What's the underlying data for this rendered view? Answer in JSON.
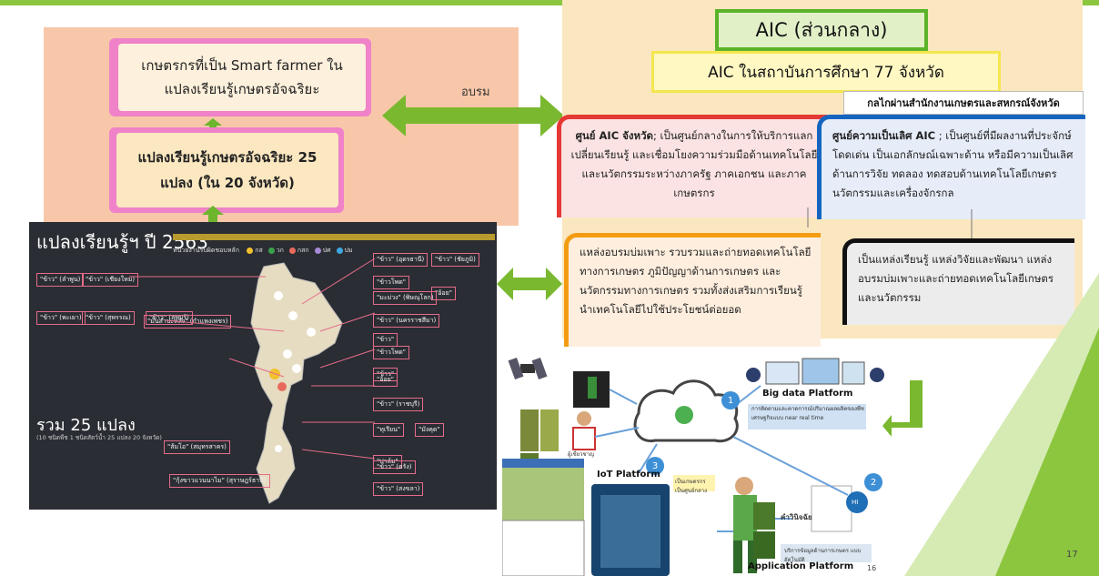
{
  "top_left": {
    "smart_farmer": "เกษตรกรที่เป็น Smart farmer ใน แปลงเรียนรู้เกษตรอัจฉริยะ",
    "smart_plot": "แปลงเรียนรู้เกษตรอัจฉริยะ 25 แปลง (ใน 20 จังหวัด)",
    "training_label": "อบรม"
  },
  "aic": {
    "title": "AIC (ส่วนกลาง)",
    "edu": "AIC ในสถาบันการศึกษา 77 จังหวัด",
    "mechanism": "กลไกผ่านสำนักงานเกษตรและสหกรณ์จังหวัด",
    "center_title": "ศูนย์ AIC จังหวัด",
    "center_text": "; เป็นศูนย์กลางในการให้บริการแลกเปลี่ยนเรียนรู้ และเชื่อมโยงความร่วมมือด้านเทคโนโลยีและนวัตกรรมระหว่างภาครัฐ ภาคเอกชน และภาคเกษตรกร",
    "excel_title": "ศูนย์ความเป็นเลิศ AIC",
    "excel_text": " ; เป็นศูนย์ที่มีผลงานที่ประจักษ์ โดดเด่น เป็นเอกลักษณ์เฉพาะด้าน หรือมีความเป็นเลิศด้านการวิจัย ทดลอง ทดสอบด้านเทคโนโลยีเกษตร นวัตกรรมและเครื่องจักรกล",
    "training_source": "แหล่งอบรมบ่มเพาะ รวบรวมและถ่ายทอดเทคโนโลยีทางการเกษตร ภูมิปัญญาด้านการเกษตร และนวัตกรรมทางการเกษตร รวมทั้งส่งเสริมการเรียนรู้นำเทคโนโลยีไปใช้ประโยชน์ต่อยอด",
    "learning_source": "เป็นแหล่งเรียนรู้ แหล่งวิจัยและพัฒนา แหล่งอบรมบ่มเพาะและถ่ายทอดเทคโนโลยีเกษตรและนวัตกรรม"
  },
  "map": {
    "title": "แปลงเรียนรู้ฯ ปี 2563",
    "legend": "หน่วยงานรับผิดชอบหลัก",
    "legend_items": [
      "กส",
      "วก",
      "กสก",
      "ปศ",
      "ปม"
    ],
    "legend_colors": [
      "#f2c12e",
      "#3aa14d",
      "#e86a5c",
      "#a58ad6",
      "#3fa7e0"
    ],
    "total": "รวม 25 แปลง",
    "total_sub": "(10 ชนิดพืช 1 ชนิดสัตว์น้ำ 25 แปลง 20 จังหวัด)",
    "labels": [
      "\"ข้าว\" (ลำพูน)",
      "\"ข้าว\" (เชียงใหม่)",
      "\"ข้าว\" (พะเยา)",
      "\"ข้าว\" (สุพรรณ)",
      "\"ข้าว\" (ลพบุรี)",
      "\"ข้าว\" (อุดรธานี)",
      "\"ข้าว\" (ชัยภูมิ)",
      "\"มันสำปะหลัง\" (กำแพงเพชร)",
      "\"ข้าวโพด\"",
      "\"อ้อย\"",
      "\"มะม่วง\" (พิษณุโลก)",
      "\"ข้าว\" (นครราชสีมา)",
      "\"ข้าว\"",
      "\"ข้าว\"",
      "\"ข้าวโพด\"",
      "\"อ้อย\"",
      "\"ข้าว\" (ราชบุรี)",
      "\"ทุเรียน\"",
      "\"มังคุด\"",
      "\"ปาล์ม\"",
      "\"กุ้งขาวแวนนาไม\" (สุราษฎร์ธานี)",
      "\"ส้มโอ\" (สมุทรสาคร)",
      "\"ข้าว\" (สงขลา)",
      "\"ข้าว\" (ตรัง)"
    ]
  },
  "platforms": {
    "big_data": "Big data Platform",
    "big_data_note": "การติดตามและคาดการณ์ปริมาณผลผลิตของพืชเศรษฐกิจแบบ near real time",
    "iot": "IoT Platform",
    "application": "Application Platform",
    "numbers": [
      "1",
      "2",
      "3"
    ],
    "expert_label": "ผู้เชี่ยวชาญ",
    "center_label": "เป็นเกษตรกรเป็นศูนย์กลาง",
    "diagnose": "คำวินิจฉัย",
    "service_note": "บริการข้อมูลด้านการเกษตร แบบอัตโนมัติ",
    "hi": "HI"
  },
  "page_number": "17",
  "inner_page_number": "16"
}
